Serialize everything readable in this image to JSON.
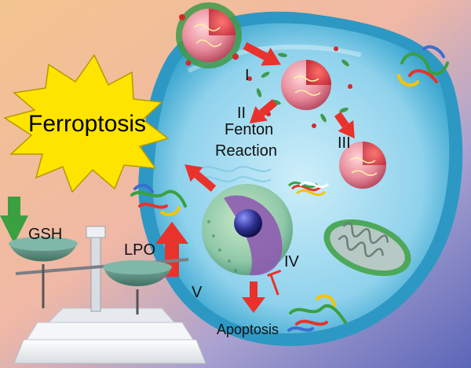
{
  "diagram": {
    "title": "Ferroptosis",
    "labels": {
      "step_i": "I",
      "step_ii": "II",
      "fenton_line1": "Fenton",
      "fenton_line2": "Reaction",
      "step_iii": "III",
      "step_iv": "IV",
      "step_v": "V",
      "gsh": "GSH",
      "lpo": "LPO",
      "apoptosis": "Apoptosis"
    },
    "colors": {
      "arrow_red": "#e8322b",
      "arrow_green": "#3aa040",
      "burst_yellow": "#ffe400",
      "cell_blue": "#4ab6d8",
      "nanoparticle_pink": "#e88a9a",
      "nucleus_purple": "#8e5bb0",
      "mitochondria_green": "#5fb560"
    }
  }
}
